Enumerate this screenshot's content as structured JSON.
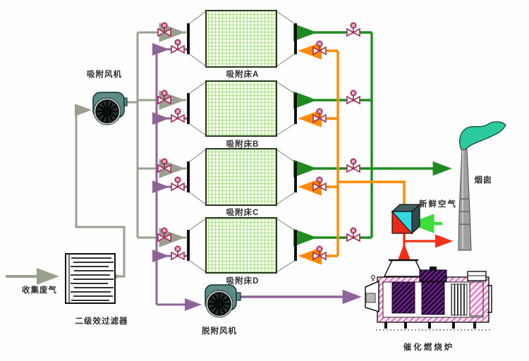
{
  "diagram": {
    "kind": "adsorption-catalytic-combustion process flow",
    "labels": {
      "collect_gas": "收集废气",
      "filter": "二级效过滤器",
      "adsorption_fan": "吸附风机",
      "desorption_fan": "脱附风机",
      "bed_a": "吸附床A",
      "bed_b": "吸附床B",
      "bed_c": "吸附床C",
      "bed_d": "吸附床D",
      "fresh_air": "新鲜空气",
      "chimney": "烟囱",
      "furnace": "催化燃烧炉"
    },
    "icons": {
      "valve": "control-valve-icon",
      "fan": "centrifugal-fan-icon",
      "filter": "panel-filter-icon",
      "mixing_box": "air-mixing-box-icon",
      "chimney": "stack-icon",
      "furnace": "catalytic-furnace-icon"
    },
    "colors": {
      "waste_gas_line": "#9aa08e",
      "desorption_line": "#8e6498",
      "clean_gas_line": "#1f8b1f",
      "hot_air_line": "#ff8a00",
      "flue_gas_line": "#f03018",
      "fresh_air_arrow": "#3ddd3d",
      "bed_mesh": "#86d45c",
      "valve": "#a52a5a",
      "chimney_body": "#a0a0a0",
      "chimney_plume": "#2bcb9e",
      "furnace_wall_hatch": "#e671c1",
      "catalyst_block": "#8a35b5"
    }
  }
}
